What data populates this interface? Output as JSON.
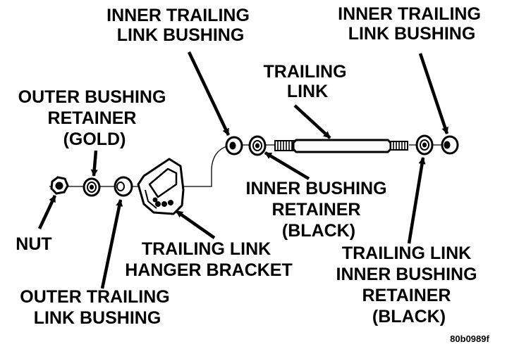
{
  "labels": {
    "inner_bushing_left": [
      "INNER TRAILING",
      "LINK  BUSHING"
    ],
    "inner_bushing_right": [
      "INNER TRAILING",
      "LINK  BUSHING"
    ],
    "trailing_link": [
      "TRAILING",
      "LINK"
    ],
    "outer_retainer": [
      "OUTER BUSHING",
      "RETAINER",
      "(GOLD)"
    ],
    "inner_retainer": [
      "INNER BUSHING",
      "RETAINER",
      "(BLACK)"
    ],
    "nut": "NUT",
    "hanger_bracket": [
      "TRAILING LINK",
      "HANGER BRACKET"
    ],
    "outer_bushing": [
      "OUTER TRAILING",
      "LINK BUSHING"
    ],
    "tl_inner_retainer": [
      "TRAILING LINK",
      "INNER BUSHING",
      "RETAINER",
      "(BLACK)"
    ],
    "figure_code": "80b0989f"
  }
}
